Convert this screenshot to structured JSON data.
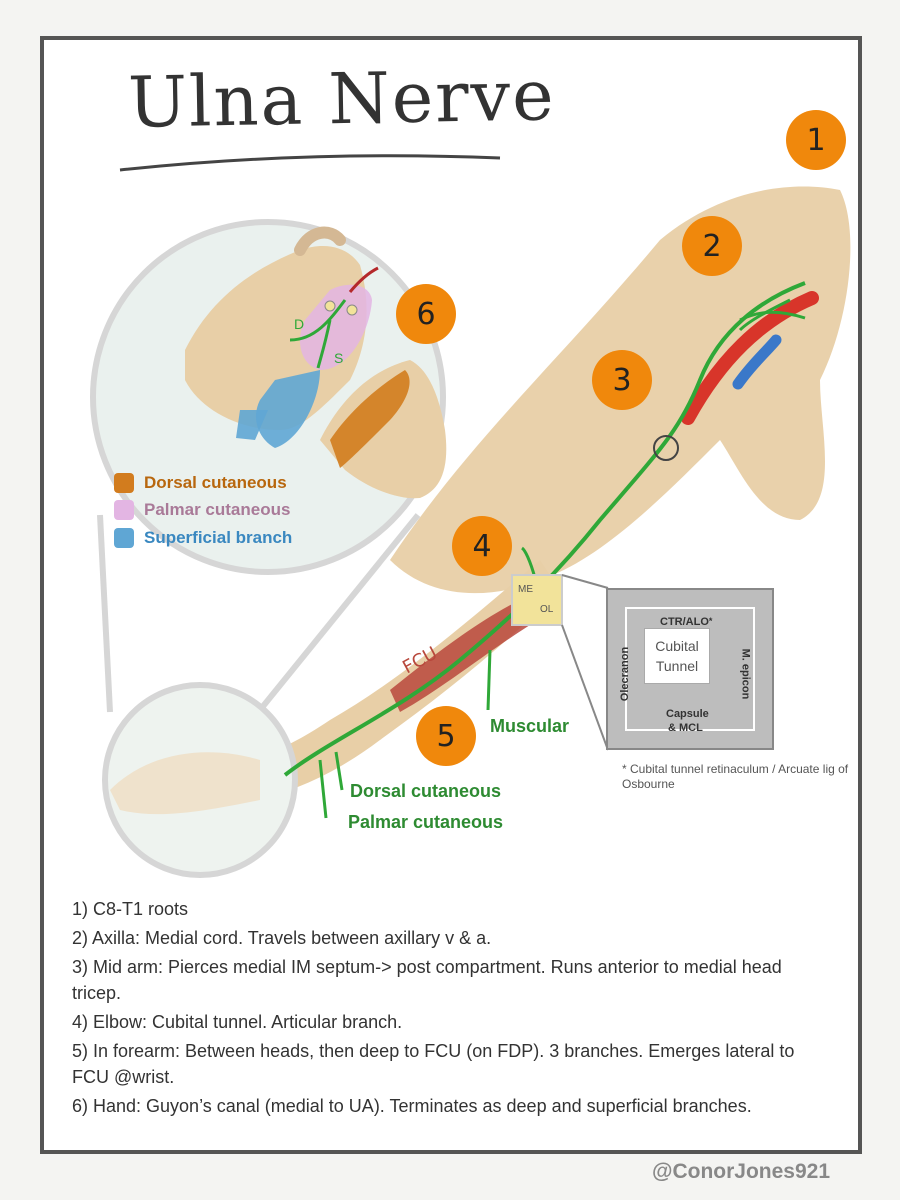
{
  "title": "Ulna Nerve",
  "markers": [
    "1",
    "2",
    "3",
    "4",
    "5",
    "6"
  ],
  "legend": [
    {
      "label": "Dorsal cutaneous",
      "color": "#d27c1e"
    },
    {
      "label": "Palmar cutaneous",
      "color": "#e3b5e3"
    },
    {
      "label": "Superficial branch",
      "color": "#5fa6d4"
    }
  ],
  "labels": {
    "fcu": "FCU",
    "muscular": "Muscular",
    "dorsal_cutaneous": "Dorsal cutaneous",
    "palmar_cutaneous": "Palmar cutaneous",
    "hand_d": "D",
    "hand_s": "S",
    "me": "ME",
    "ol": "OL"
  },
  "inset": {
    "top": "CTR/ALO",
    "top_mark": "*",
    "left": "Olecranon",
    "right": "M. epicon",
    "center": "Cubital Tunnel",
    "bottom_1": "Capsule",
    "bottom_2": "& MCL"
  },
  "note": "* Cubital tunnel retinaculum / Arcuate lig of Osbourne",
  "steps": [
    "1) C8-T1 roots",
    "2) Axilla: Medial cord. Travels between axillary v & a.",
    "3) Mid arm: Pierces medial IM septum-> post compartment. Runs anterior to medial head tricep.",
    "4) Elbow: Cubital tunnel. Articular branch.",
    "5) In forearm: Between heads, then deep to FCU (on FDP). 3 branches. Emerges lateral to FCU @wrist.",
    "6) Hand: Guyon’s canal (medial to UA). Terminates as deep and superficial branches."
  ],
  "handle": "@ConorJones921",
  "colors": {
    "nerve": "#2fa838",
    "artery": "#d8352a",
    "vein": "#3a78c9",
    "skin": "#e8cfa7",
    "marker": "#f0880c"
  }
}
